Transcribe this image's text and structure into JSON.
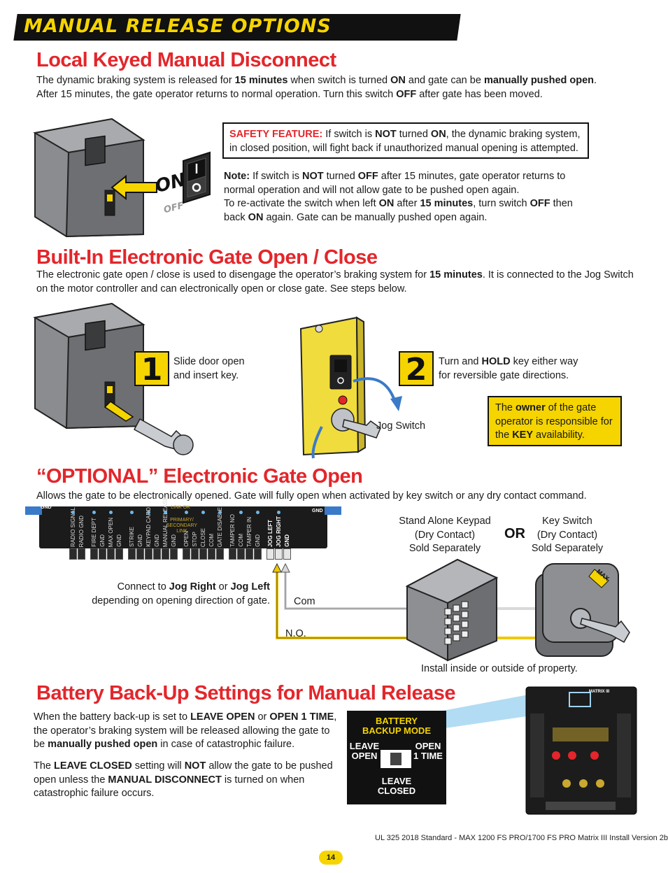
{
  "banner": {
    "title": "MANUAL RELEASE OPTIONS"
  },
  "section1": {
    "heading": "Local Keyed Manual Disconnect",
    "intro": [
      {
        "t": "The dynamic braking system is released for "
      },
      {
        "t": "15 minutes",
        "b": true
      },
      {
        "t": " when switch is turned "
      },
      {
        "t": "ON",
        "b": true
      },
      {
        "t": " and gate can be "
      },
      {
        "t": "manually pushed open",
        "b": true
      },
      {
        "t": "."
      }
    ],
    "intro2": [
      {
        "t": "After 15 minutes, the gate operator returns to normal operation. Turn this switch "
      },
      {
        "t": "OFF",
        "b": true
      },
      {
        "t": " after gate has been moved."
      }
    ],
    "switch_on": "ON",
    "switch_off": "OFF",
    "safety_label": "SAFETY FEATURE:",
    "safety_line1": [
      {
        "t": " If switch is "
      },
      {
        "t": "NOT",
        "b": true
      },
      {
        "t": " turned "
      },
      {
        "t": "ON",
        "b": true
      },
      {
        "t": ", the dynamic braking system,"
      }
    ],
    "safety_line2": "in closed position, will fight back if unauthorized manual opening is attempted.",
    "note_lines": [
      [
        {
          "t": "Note:",
          "b": true
        },
        {
          "t": " If switch is "
        },
        {
          "t": "NOT",
          "b": true
        },
        {
          "t": " turned "
        },
        {
          "t": "OFF",
          "b": true
        },
        {
          "t": " after 15 minutes, gate operator returns to"
        }
      ],
      [
        {
          "t": "normal operation and will not allow gate to be pushed open again."
        }
      ],
      [
        {
          "t": "To re-activate the switch when left "
        },
        {
          "t": "ON",
          "b": true
        },
        {
          "t": " after "
        },
        {
          "t": "15 minutes",
          "b": true
        },
        {
          "t": ", turn switch "
        },
        {
          "t": "OFF",
          "b": true
        },
        {
          "t": " then"
        }
      ],
      [
        {
          "t": "back "
        },
        {
          "t": "ON",
          "b": true
        },
        {
          "t": " again. Gate can be manually pushed open again."
        }
      ]
    ]
  },
  "section2": {
    "heading": "Built-In Electronic Gate Open / Close",
    "intro": [
      {
        "t": "The electronic gate open / close is used to disengage the operator’s braking system for "
      },
      {
        "t": "15 minutes",
        "b": true
      },
      {
        "t": ". It is connected to the Jog Switch"
      }
    ],
    "intro2": [
      {
        "t": "on the motor controller and can electronically open or close gate. See steps below."
      }
    ],
    "step1_num": "1",
    "step1_line1": "Slide door open",
    "step1_line2": "and insert key.",
    "step2_num": "2",
    "step2_line1": [
      {
        "t": "Turn and "
      },
      {
        "t": "HOLD",
        "b": true
      },
      {
        "t": " key either way"
      }
    ],
    "step2_line2": "for reversible gate directions.",
    "jog_label": "Jog Switch",
    "owner_lines": [
      [
        {
          "t": "The "
        },
        {
          "t": "owner",
          "b": true
        },
        {
          "t": " of the gate"
        }
      ],
      [
        {
          "t": "operator is responsible for"
        }
      ],
      [
        {
          "t": "the "
        },
        {
          "t": "KEY",
          "b": true
        },
        {
          "t": " availability."
        }
      ]
    ]
  },
  "section3": {
    "heading": "“OPTIONAL” Electronic Gate Open",
    "intro": "Allows the gate to be electronically opened. Gate will fully open when activated by key switch or any dry contact command.",
    "gnd_left": "GND",
    "gnd_right": "GND",
    "led_label_1": "LINK OK",
    "led_label_2": "PRIMARY/ SECONDARY LINK",
    "terminals": [
      "RADIO SIGNAL",
      "RADIO GND",
      "FIRE DEPT",
      "GND",
      "MAX OPEN",
      "GND",
      "STRIKE",
      "GND",
      "KEYPAD CARD",
      "GND",
      "MANUAL RELEASE",
      "GND",
      "OPEN",
      "STOP",
      "CLOSE",
      "COM",
      "GATE DISABLE",
      "TAMPER NO",
      "COM",
      "TAMPER IN",
      "GND",
      "JOG LEFT",
      "JOG RIGHT",
      "GND"
    ],
    "connect_line1": [
      {
        "t": "Connect to "
      },
      {
        "t": "Jog Right",
        "b": true
      },
      {
        "t": " or "
      },
      {
        "t": "Jog Left",
        "b": true
      }
    ],
    "connect_line2": "depending on opening direction of gate.",
    "com_label": "Com",
    "no_label": "N.O.",
    "keypad_line1": "Stand Alone Keypad",
    "keypad_line2": "(Dry Contact)",
    "keypad_line3": "Sold Separately",
    "or_label": "OR",
    "keyswitch_line1": "Key Switch",
    "keyswitch_line2": "(Dry Contact)",
    "keyswitch_line3": "Sold Separately",
    "keyswitch_badge": "MAX",
    "install_note": "Install inside or outside of property."
  },
  "section4": {
    "heading": "Battery Back-Up Settings for Manual Release",
    "para1_lines": [
      [
        {
          "t": "When the battery back-up is set to "
        },
        {
          "t": "LEAVE OPEN",
          "b": true
        },
        {
          "t": " or "
        },
        {
          "t": "OPEN 1 TIME",
          "b": true
        },
        {
          "t": ","
        }
      ],
      [
        {
          "t": "the operator’s braking system will be released allowing the gate to"
        }
      ],
      [
        {
          "t": "be "
        },
        {
          "t": "manually pushed open",
          "b": true
        },
        {
          "t": " in case of catastrophic failure."
        }
      ]
    ],
    "para2_lines": [
      [
        {
          "t": "The "
        },
        {
          "t": "LEAVE CLOSED",
          "b": true
        },
        {
          "t": " setting will "
        },
        {
          "t": "NOT",
          "b": true
        },
        {
          "t": " allow the gate to be pushed"
        }
      ],
      [
        {
          "t": "open unless the "
        },
        {
          "t": "MANUAL DISCONNECT",
          "b": true
        },
        {
          "t": " is turned on when"
        }
      ],
      [
        {
          "t": "catastrophic failure occurs."
        }
      ]
    ],
    "mode_title_1": "BATTERY",
    "mode_title_2": "BACKUP MODE",
    "mode_leave_open_1": "LEAVE",
    "mode_leave_open_2": "OPEN",
    "mode_open1_1": "OPEN",
    "mode_open1_2": "1 TIME",
    "mode_leave_closed_1": "LEAVE",
    "mode_leave_closed_2": "CLOSED",
    "board_label": "MATRIX III"
  },
  "footer": {
    "doc_line": "UL 325 2018 Standard - MAX 1200 FS PRO/1700 FS PRO Matrix III Install Version 2b",
    "page_number": "14"
  },
  "colors": {
    "accent_red": "#e3262b",
    "accent_yellow": "#f5d400",
    "wire_yellow": "#f0c800",
    "dark": "#111111"
  }
}
